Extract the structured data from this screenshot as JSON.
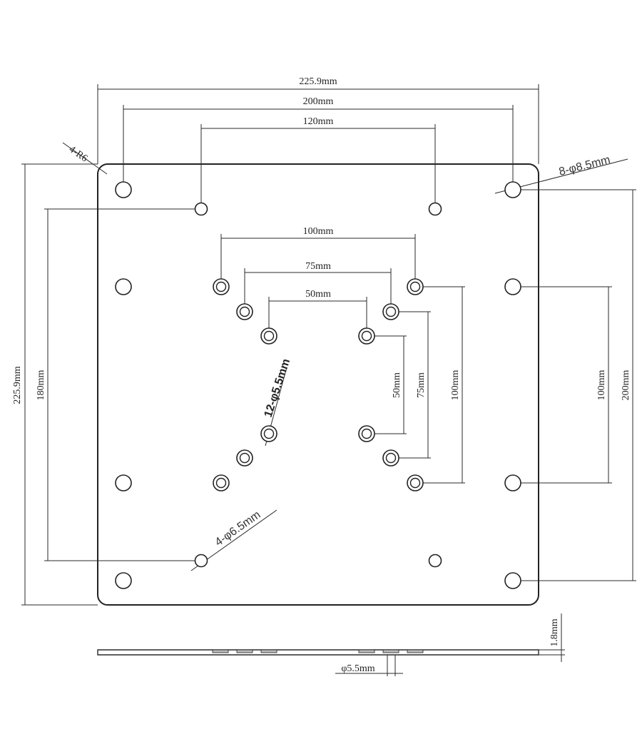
{
  "labels": {
    "overall_width": "225.9mm",
    "hole_200": "200mm",
    "hole_120": "120mm",
    "corner_radius": "4-R6",
    "holes_8_5": "8-φ8.5mm",
    "hole_100": "100mm",
    "hole_75": "75mm",
    "hole_50": "50mm",
    "overall_height": "225.9mm",
    "height_180": "180mm",
    "holes_5_5": "12-φ5.5mm",
    "holes_6_5": "4-φ6.5mm",
    "v50": "50mm",
    "v75": "75mm",
    "v100_inner": "100mm",
    "v100_right": "100mm",
    "v200_right": "200mm",
    "thickness": "1.8mm",
    "side_dia": "φ5.5mm"
  }
}
